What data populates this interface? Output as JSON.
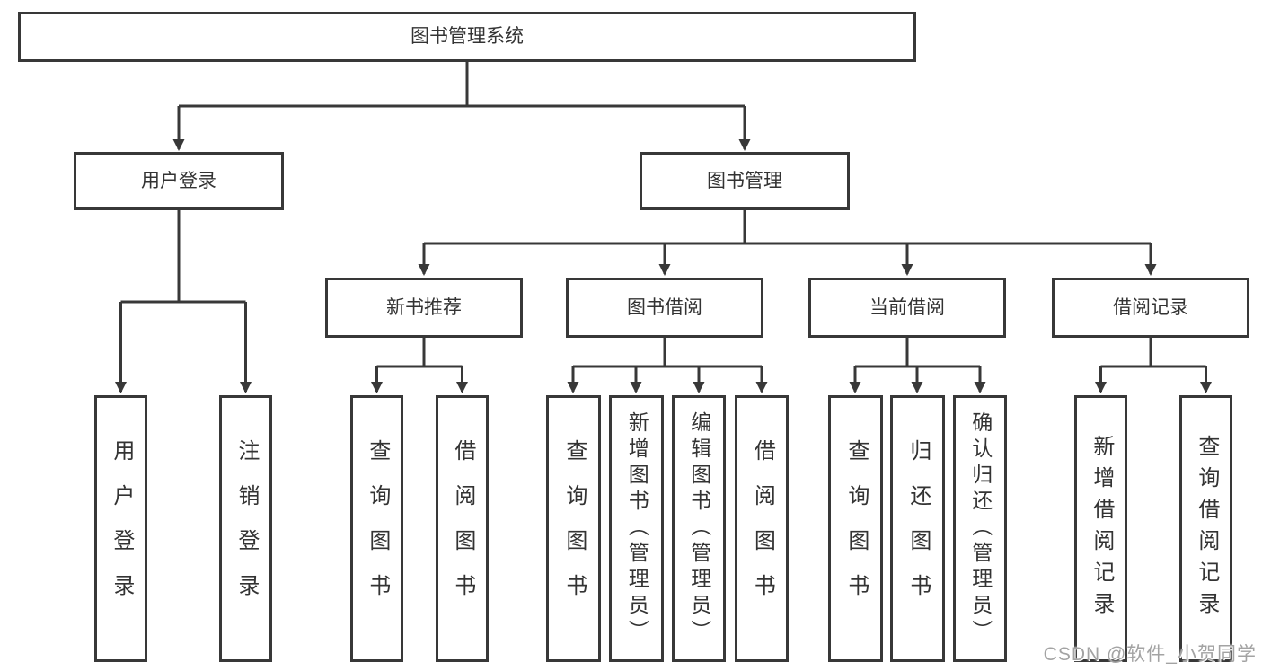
{
  "diagram": {
    "root_label": "图书管理系统",
    "level2": {
      "user_login": "用户登录",
      "book_management": "图书管理"
    },
    "level3": {
      "new_book_recommend": "新书推荐",
      "book_borrow": "图书借阅",
      "current_borrow": "当前借阅",
      "borrow_record": "借阅记录"
    },
    "leaves": {
      "user_login": [
        "用户登录",
        "注销登录"
      ],
      "new_book_recommend": [
        "查询图书",
        "借阅图书"
      ],
      "book_borrow": [
        "查询图书",
        "新增图书（管理员）",
        "编辑图书（管理员）",
        "借阅图书"
      ],
      "current_borrow": [
        "查询图书",
        "归还图书",
        "确认归还（管理员）"
      ],
      "borrow_record": [
        "新增借阅记录",
        "查询借阅记录"
      ]
    }
  },
  "watermark": {
    "text": "CSDN @软件_小贺同学"
  },
  "colors": {
    "line": "#383838",
    "box_border": "#383838",
    "text": "#333333",
    "watermark": "#a3a3a3",
    "background": "#ffffff"
  }
}
